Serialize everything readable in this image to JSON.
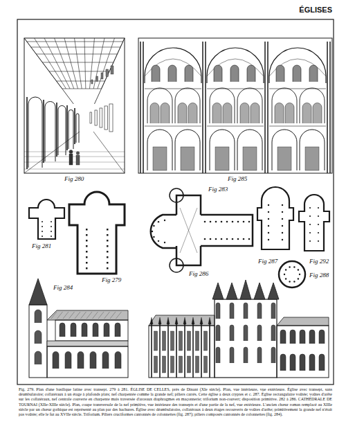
{
  "diagram": {
    "title": "ÉGLISES",
    "caption": "Fig. 279. Plan d'une basilique latine avec transept. 279 à 281. ÉGLISE DE CELLES, près de Dinant (XIe siècle). Plan, vue intérieure, vue extérieure. Église avec transept, sans déambulatoire; collatéraux à un étage à plafonds plats; nef charpentée comme la grande nef; piliers carrés. Cette église a deux cryptes et c. 287. Église rectangulaire voûtée; voûtes d'arête sur les collatéraux, nef centrale couverte en charpente mais traversée d'arceaux diaphragmes en maçonnerie; triforium non-couvert; disposition primitive. 282 à 286. CATHÉDRALE DE TOURNAI (XIIe-XIIIe siècle). Plan, coupe transversale de la nef primitive, vue intérieure des transepts et d'une partie de la nef, vue extérieure. L'ancien chœur roman remplacé au XIIIe siècle par un chœur gothique est représenté au plan par des hachures. Église avec déambulatoire, collatéraux à deux étages recouverts de voûtes d'arête; primitivement la grande nef n'était pas voûtée; elle le fut au XVIIe siècle. Triforium. Piliers cruciformes cantonnés de colonnettes (fig. 287); piliers composés cantonnés de colonnettes (fig. 284).",
    "labels": [
      "Fig 280",
      "Fig 285",
      "Fig 281",
      "Fig 279",
      "Fig 283",
      "Fig 287",
      "Fig 292",
      "Fig 288",
      "Fig 284",
      "Fig 286"
    ]
  }
}
